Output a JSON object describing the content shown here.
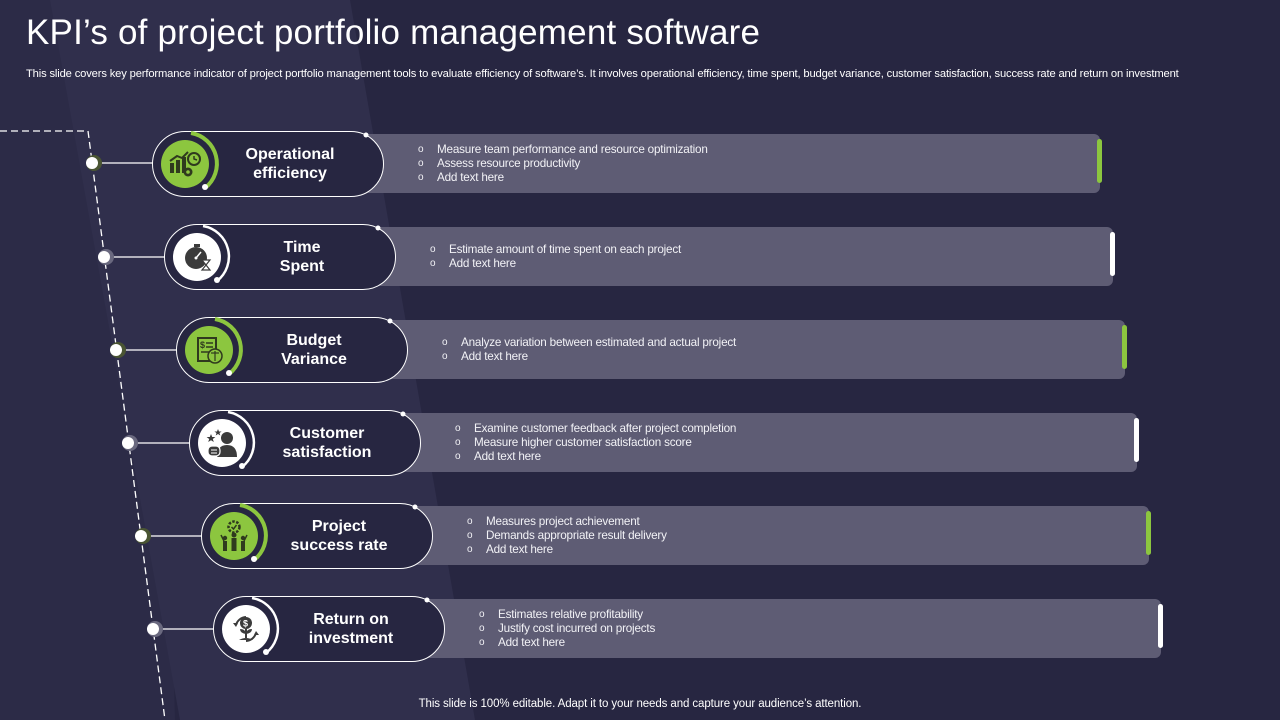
{
  "header": {
    "title": "KPI’s of project portfolio management software",
    "subtitle": "This slide covers key performance indicator of project portfolio management tools to evaluate efficiency of software’s. It involves operational efficiency, time spent, budget variance, customer satisfaction, success rate and return on investment"
  },
  "colors": {
    "background": "#272641",
    "panel": "#302f4c",
    "bar": "#5e5c74",
    "accent_green": "#8cc63f",
    "white": "#ffffff"
  },
  "kpis": [
    {
      "label_line1": "Operational",
      "label_line2": "efficiency",
      "icon": "growth-chart-gear-clock-icon",
      "theme": "green",
      "points": [
        "Measure team performance and resource optimization",
        "Assess resource productivity",
        "Add text here"
      ]
    },
    {
      "label_line1": "Time",
      "label_line2": "Spent",
      "icon": "stopwatch-hourglass-icon",
      "theme": "white",
      "points": [
        "Estimate amount of time spent on each project",
        "Add text here"
      ]
    },
    {
      "label_line1": "Budget",
      "label_line2": "Variance",
      "icon": "budget-document-scale-icon",
      "theme": "green",
      "points": [
        "Analyze  variation between estimated and actual project",
        "Add text here"
      ]
    },
    {
      "label_line1": "Customer",
      "label_line2": "satisfaction",
      "icon": "customer-rating-icon",
      "theme": "white",
      "points": [
        "Examine customer feedback after project completion",
        "Measure higher customer satisfaction score",
        "Add text here"
      ]
    },
    {
      "label_line1": "Project",
      "label_line2": "success rate",
      "icon": "team-success-gear-icon",
      "theme": "green",
      "points": [
        "Measures project achievement",
        "Demands appropriate result delivery",
        "Add text here"
      ]
    },
    {
      "label_line1": "Return on",
      "label_line2": "investment",
      "icon": "investment-growth-cycle-icon",
      "theme": "white",
      "points": [
        "Estimates relative profitability",
        "Justify cost incurred on projects",
        "Add text here"
      ]
    }
  ],
  "footer": {
    "text": "This slide is 100% editable. Adapt it to your needs and capture your audience’s attention."
  }
}
